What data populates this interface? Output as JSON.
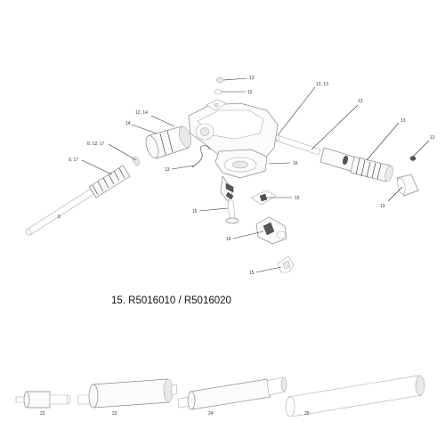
{
  "caption": "15. R5016010 / R5016020",
  "callouts": {
    "c12a": "12",
    "c12b": "12",
    "c12_13": "12, 13",
    "c12_14": "12, 14",
    "c14": "14",
    "c8_12_17": "8, 12, 17",
    "c9_17": "9, 17",
    "c9": "9",
    "c13_top": "13",
    "c13_right_top": "13",
    "c13_right": "13",
    "c13_bottom_right": "13",
    "c13_left": "13",
    "c16": "16",
    "c15_right": "15",
    "c15_left": "15",
    "c16_bottom": "16",
    "c15_bottom": "15",
    "c22": "22",
    "c23": "23",
    "c24": "24",
    "c25": "25"
  }
}
